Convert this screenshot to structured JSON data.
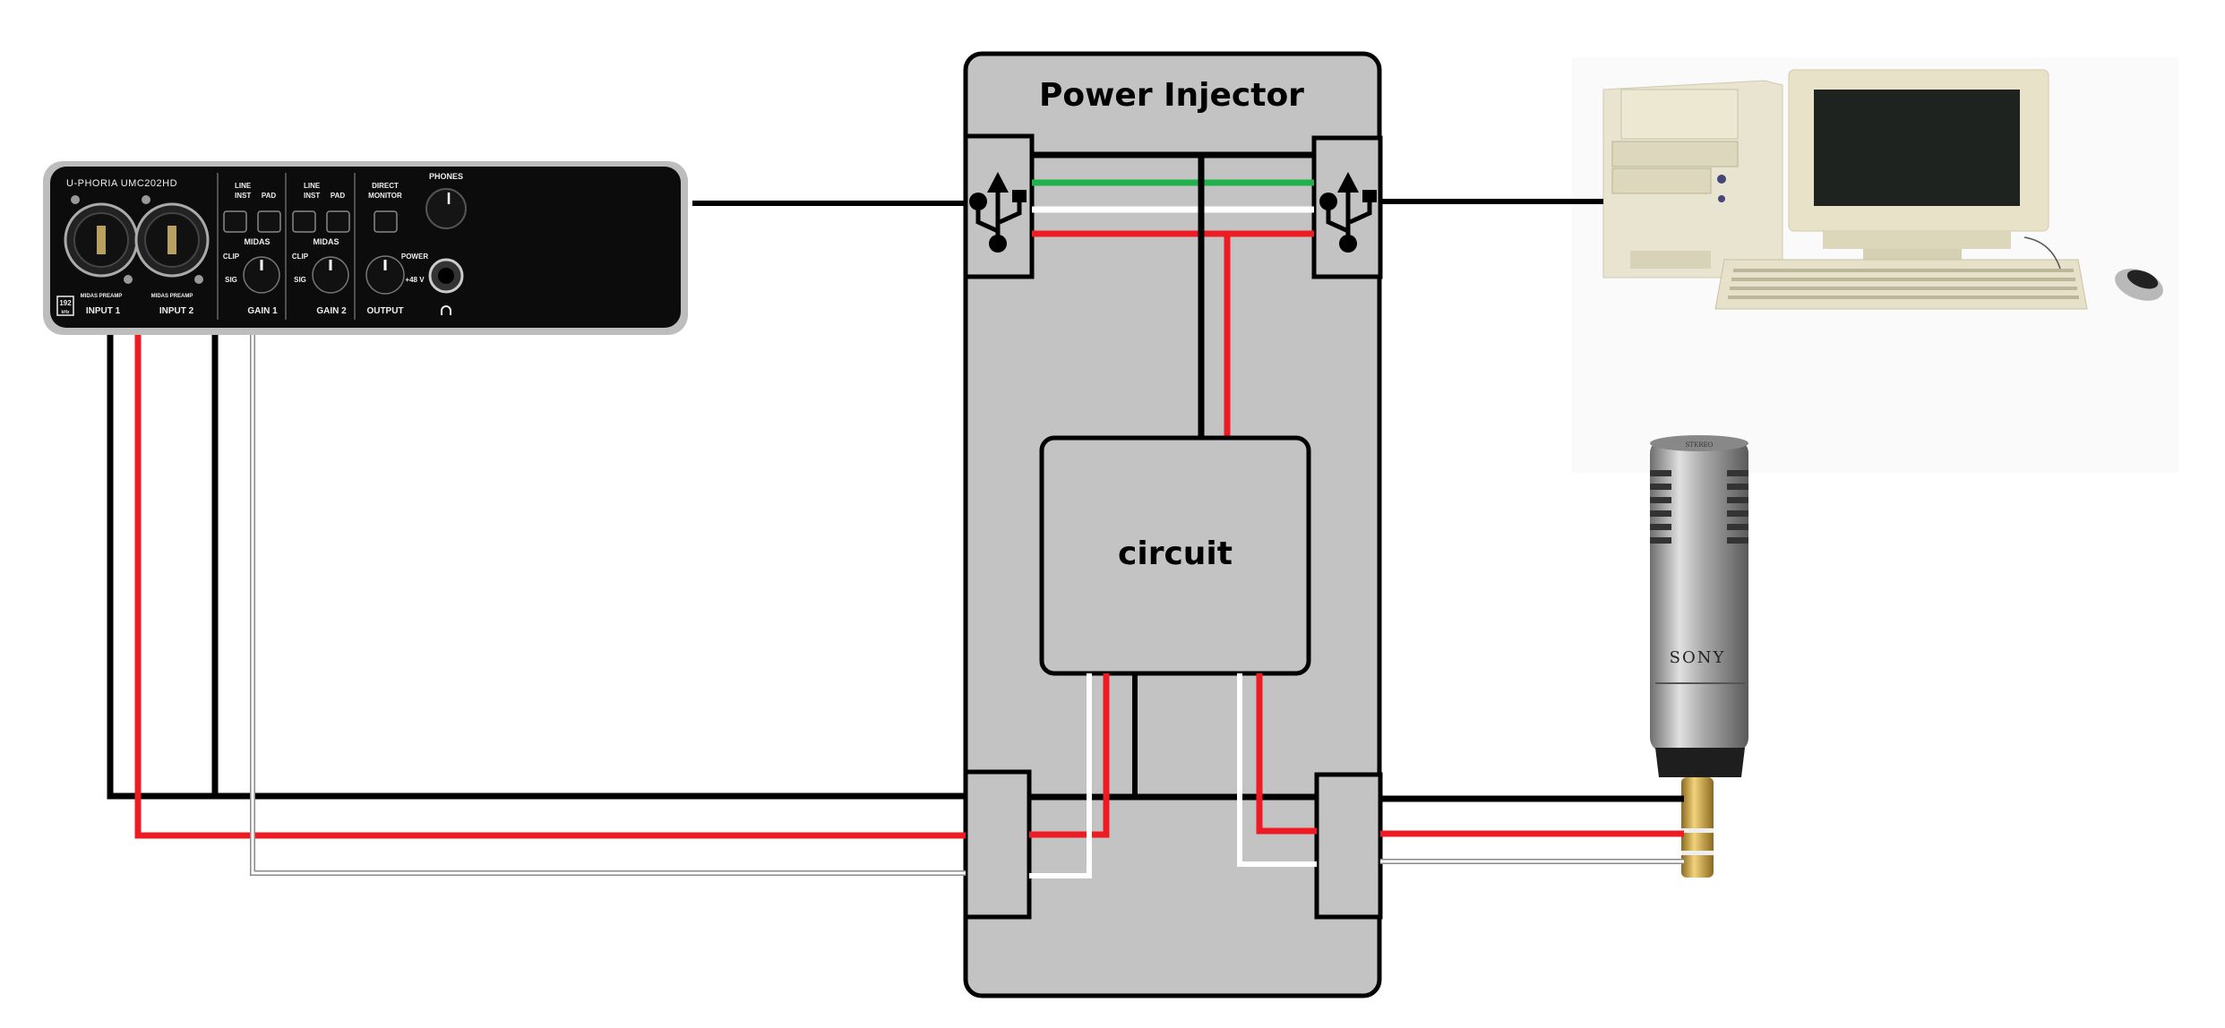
{
  "diagram": {
    "injector_title": "Power Injector",
    "circuit_label": "circuit",
    "colors": {
      "box_fill": "#c3c3c3",
      "green": "#22b14c",
      "red": "#ed1c24",
      "white": "#ffffff",
      "black": "#000000"
    }
  },
  "interface": {
    "brand": "U-PHORIA UMC202HD",
    "line": "LINE",
    "inst": "INST",
    "pad": "PAD",
    "direct": "DIRECT",
    "monitor": "MONITOR",
    "phones": "PHONES",
    "midas": "MIDAS",
    "clip": "CLIP",
    "sig": "SIG",
    "gain1": "GAIN 1",
    "gain2": "GAIN 2",
    "output": "OUTPUT",
    "power": "POWER",
    "phantom": "+48 V",
    "input1": "INPUT 1",
    "input2": "INPUT 2",
    "preamp": "MIDAS PREAMP",
    "rate": "192",
    "rate_unit": "kHz"
  },
  "microphone": {
    "brand": "SONY",
    "top_label": "STEREO"
  }
}
